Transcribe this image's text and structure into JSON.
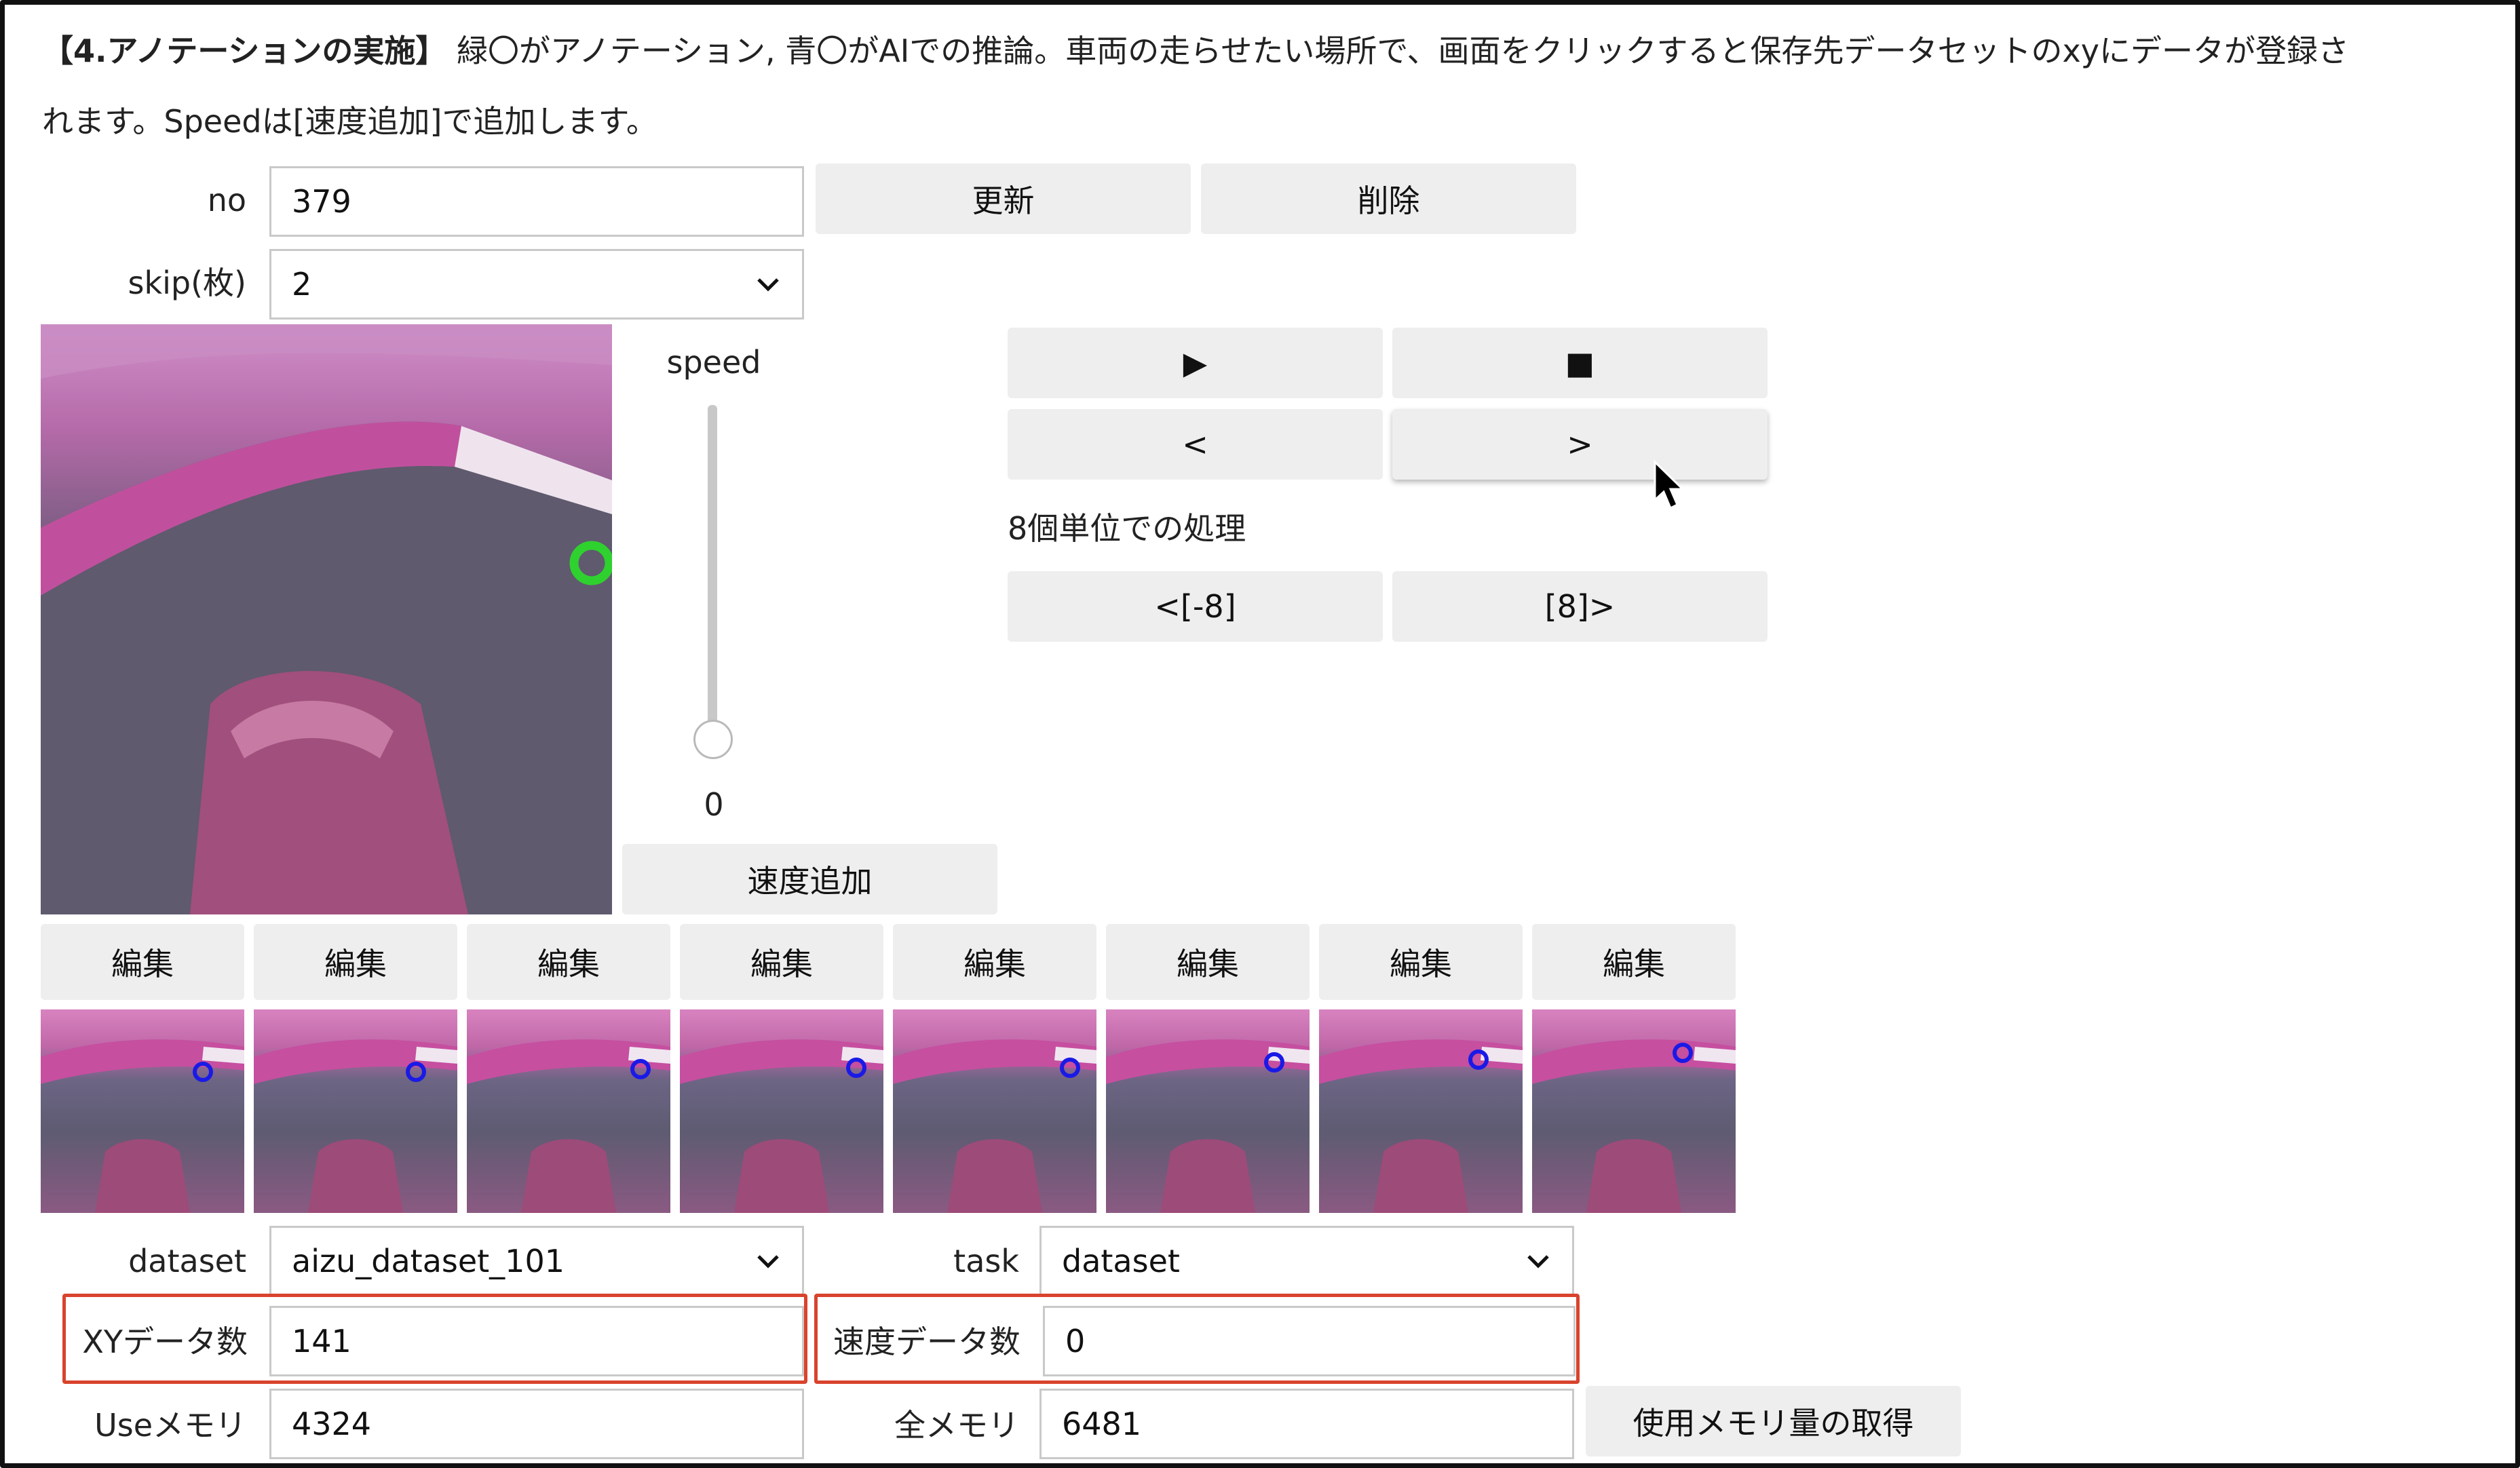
{
  "instructions": {
    "heading": "【4.アノテーションの実施】",
    "line1": "緑〇がアノテーション, 青〇がAIでの推論。車両の走らせたい場所で、画面をクリックすると保存先データセットのxyにデータが登録さ",
    "line2": "れます。Speedは[速度追加]で追加します。"
  },
  "no": {
    "label": "no",
    "value": "379",
    "update_button": "更新",
    "delete_button": "削除"
  },
  "skip": {
    "label": "skip(枚)",
    "value": "2"
  },
  "speed": {
    "label": "speed",
    "value": "0",
    "level": 0,
    "add_button": "速度追加"
  },
  "playback": {
    "play": "▶",
    "stop": "■",
    "prev": "<",
    "next": ">",
    "batch_label": "8個単位での処理",
    "batch_prev": "<[-8]",
    "batch_next": "[8]>"
  },
  "edit_buttons": [
    "編集",
    "編集",
    "編集",
    "編集",
    "編集",
    "編集",
    "編集",
    "編集"
  ],
  "dataset": {
    "label": "dataset",
    "value": "aizu_dataset_101"
  },
  "task": {
    "label": "task",
    "value": "dataset"
  },
  "xy_count": {
    "label": "XYデータ数",
    "value": "141"
  },
  "speed_count": {
    "label": "速度データ数",
    "value": "0"
  },
  "use_memory": {
    "label": "Useメモリ",
    "value": "4324"
  },
  "total_memory": {
    "label": "全メモリ",
    "value": "6481"
  },
  "memory_button": "使用メモリ量の取得",
  "colors": {
    "annotation_marker": "#2fd12f",
    "inference_marker": "#1a1ae6",
    "highlight_border": "#d9432d",
    "button_bg": "#eeeeee"
  }
}
